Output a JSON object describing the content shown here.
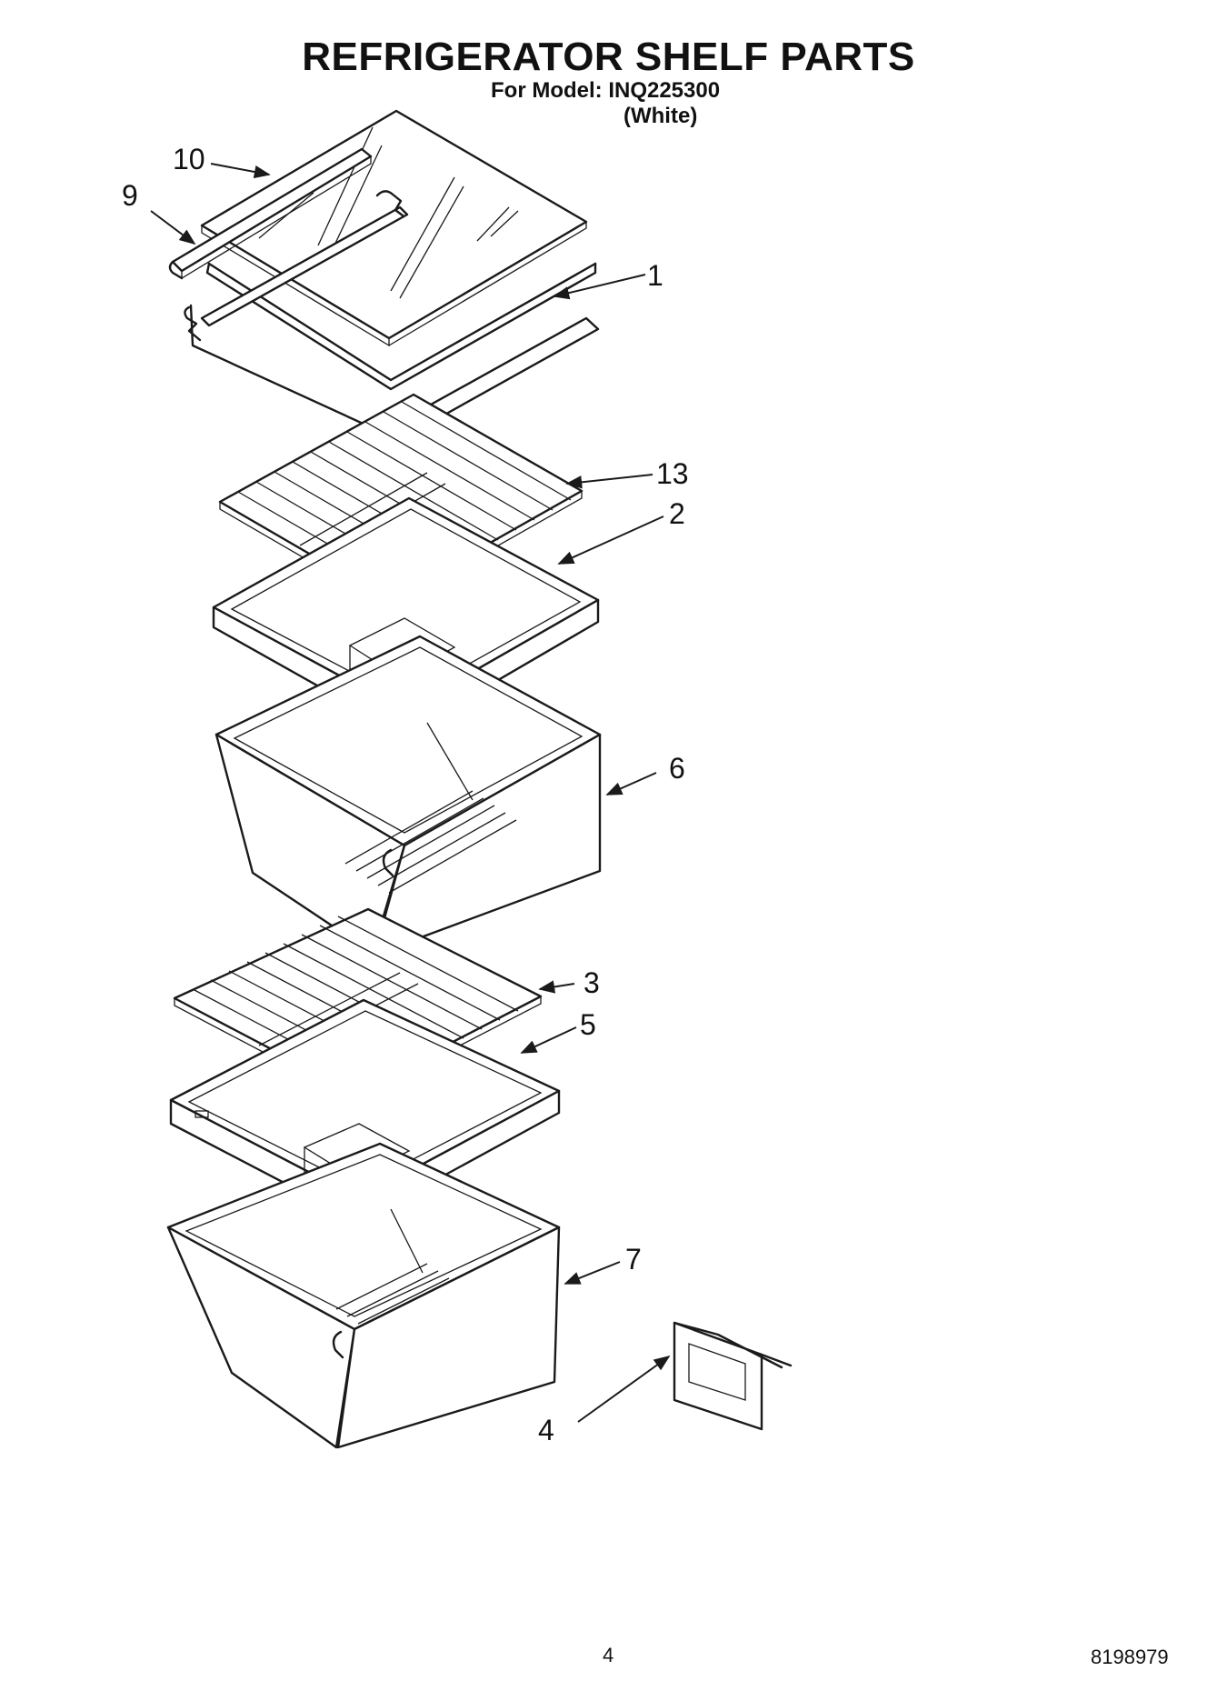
{
  "header": {
    "title": "REFRIGERATOR SHELF PARTS",
    "model_line": "For Model: INQ225300",
    "variant": "(White)"
  },
  "callouts": [
    {
      "id": "10",
      "label": "10"
    },
    {
      "id": "9",
      "label": "9"
    },
    {
      "id": "1",
      "label": "1"
    },
    {
      "id": "13",
      "label": "13"
    },
    {
      "id": "2",
      "label": "2"
    },
    {
      "id": "6",
      "label": "6"
    },
    {
      "id": "3",
      "label": "3"
    },
    {
      "id": "5",
      "label": "5"
    },
    {
      "id": "7",
      "label": "7"
    },
    {
      "id": "4",
      "label": "4"
    }
  ],
  "footer": {
    "page_number": "4",
    "document_number": "8198979"
  }
}
